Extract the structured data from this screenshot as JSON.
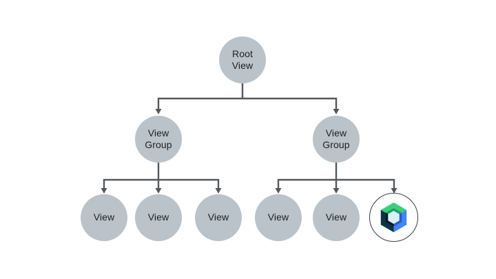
{
  "diagram": {
    "type": "tree",
    "background_color": "#ffffff",
    "node_fill_color": "#b9c3c9",
    "text_color": "#1d2022",
    "line_color": "#54585c",
    "nodes": {
      "root": {
        "label": "Root\nView"
      },
      "group_left": {
        "label": "View\nGroup"
      },
      "group_right": {
        "label": "View\nGroup"
      },
      "view_l1": {
        "label": "View"
      },
      "view_l2": {
        "label": "View"
      },
      "view_l3": {
        "label": "View"
      },
      "view_r1": {
        "label": "View"
      },
      "view_r2": {
        "label": "View"
      },
      "compose_node": {
        "icon": "jetpack-compose-logo"
      }
    },
    "hierarchy": {
      "root": [
        "group_left",
        "group_right"
      ],
      "group_left": [
        "view_l1",
        "view_l2",
        "view_l3"
      ],
      "group_right": [
        "view_r1",
        "view_r2",
        "compose_node"
      ]
    },
    "compose_logo_colors": {
      "green": "#3bce7b",
      "green_dark": "#18a35c",
      "blue": "#4285f4",
      "blue_dark": "#2b5bbf",
      "navy": "#0c3346",
      "navy_dark": "#041c28",
      "center": "#d9effc"
    }
  }
}
